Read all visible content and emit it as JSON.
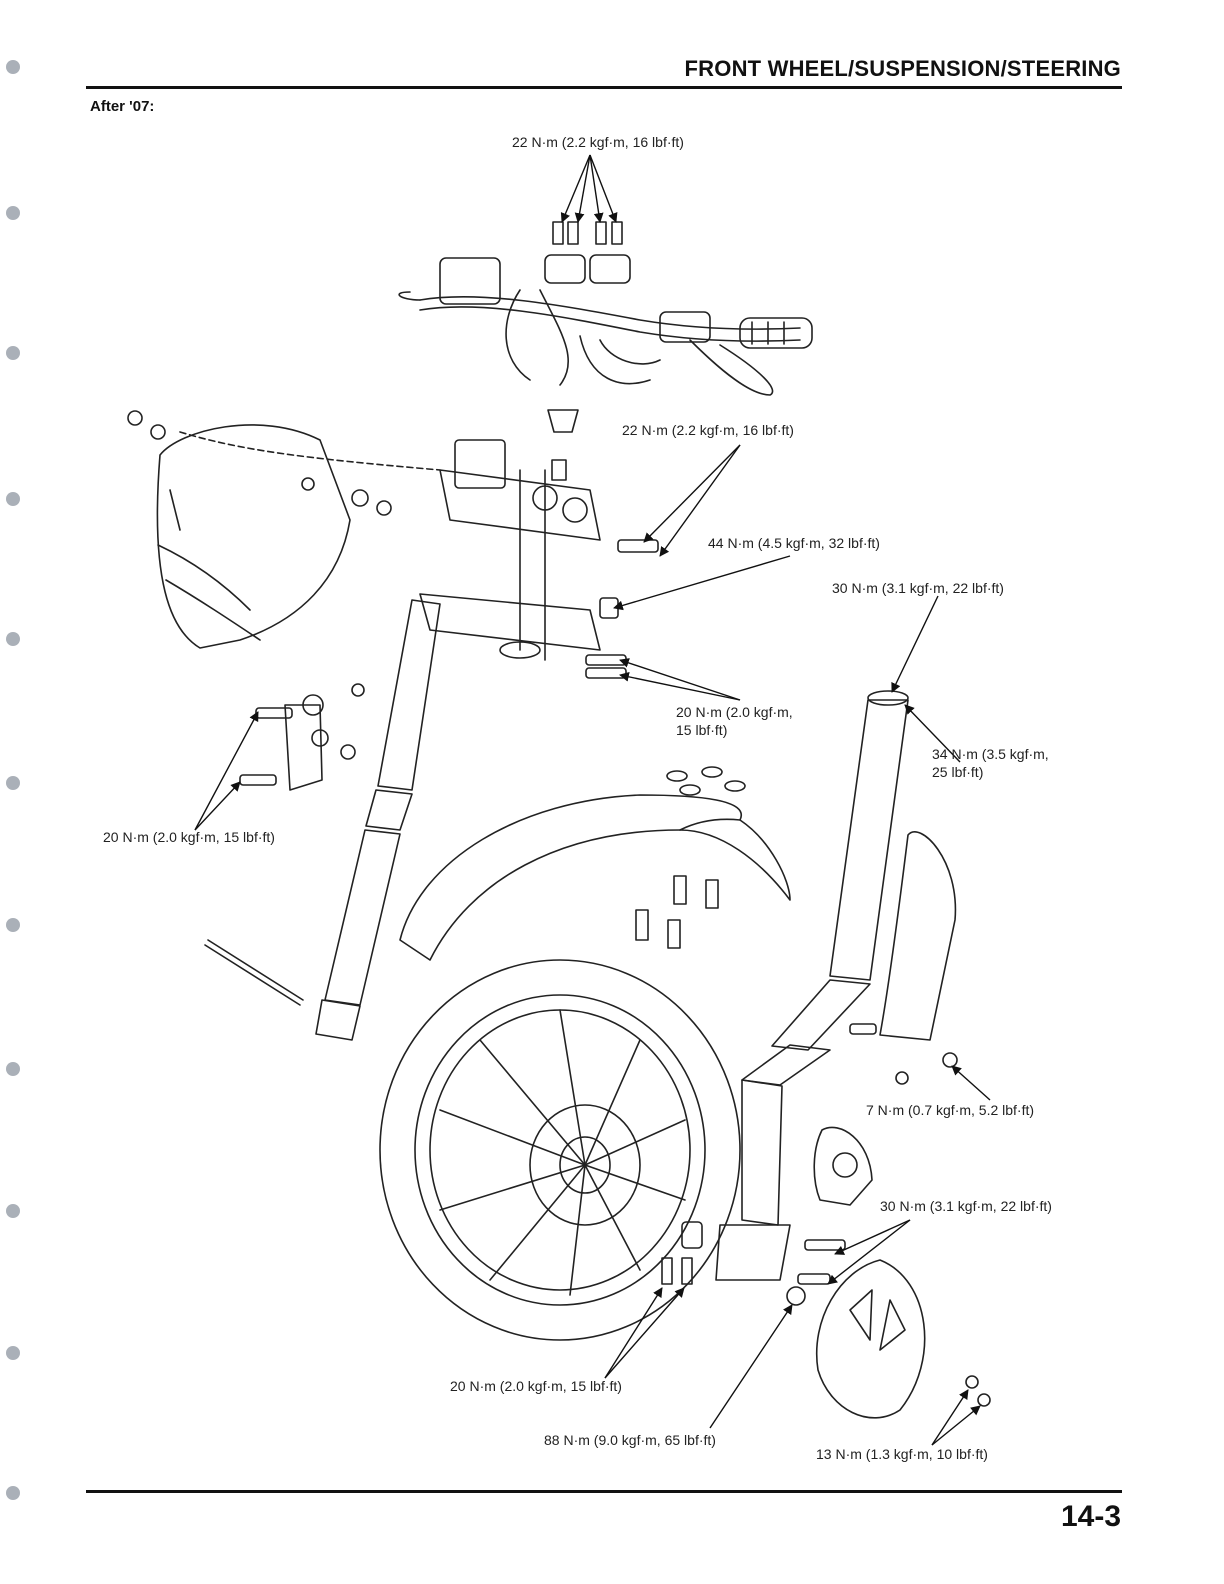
{
  "header": {
    "title": "FRONT WHEEL/SUSPENSION/STEERING"
  },
  "subheading": "After '07:",
  "labels": {
    "t1": "22 N·m (2.2 kgf·m, 16 lbf·ft)",
    "t2": "22 N·m (2.2 kgf·m, 16 lbf·ft)",
    "t3": "44 N·m (4.5 kgf·m, 32 lbf·ft)",
    "t4": "30 N·m (3.1 kgf·m, 22 lbf·ft)",
    "t5a": "20 N·m (2.0 kgf·m,",
    "t5b": "15 lbf·ft)",
    "t6a": "34 N·m (3.5 kgf·m,",
    "t6b": "25 lbf·ft)",
    "t7": "20 N·m (2.0 kgf·m, 15 lbf·ft)",
    "t8": "7 N·m (0.7 kgf·m, 5.2 lbf·ft)",
    "t9": "30 N·m (3.1 kgf·m, 22 lbf·ft)",
    "t10": "20 N·m (2.0 kgf·m, 15 lbf·ft)",
    "t11": "88 N·m (9.0 kgf·m, 65 lbf·ft)",
    "t12": "13 N·m (1.3 kgf·m, 10 lbf·ft)"
  },
  "footer": {
    "page_number": "14-3"
  }
}
